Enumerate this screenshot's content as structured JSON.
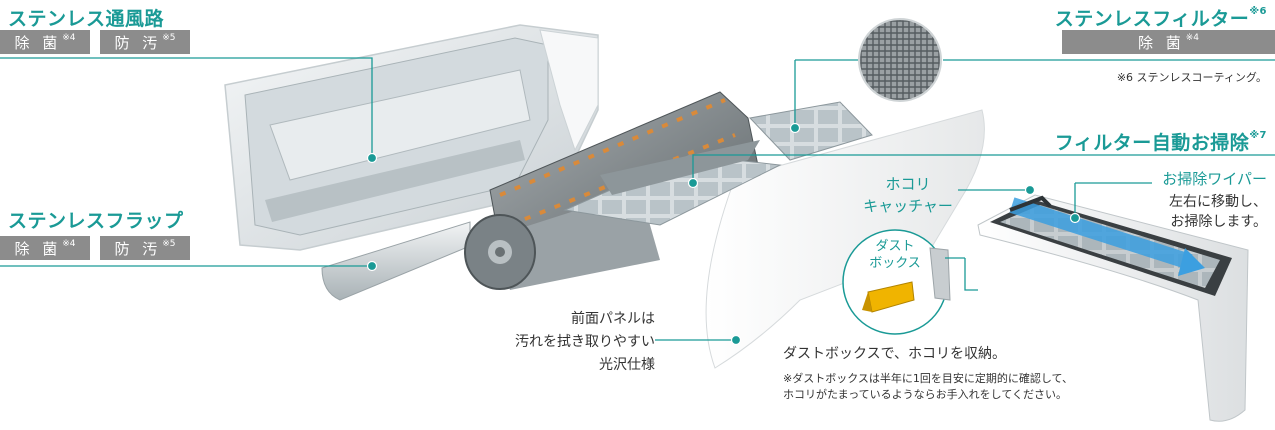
{
  "labels": {
    "stainless_airway": "ステンレス通風路",
    "stainless_flap": "ステンレスフラップ",
    "stainless_filter": "ステンレスフィルター",
    "stainless_filter_note_mark": "※6",
    "auto_clean": "フィルター自動お掃除",
    "auto_clean_note_mark": "※7",
    "dust_catcher_line1": "ホコリ",
    "dust_catcher_line2": "キャッチャー",
    "wiper_title": "お掃除ワイパー",
    "wiper_desc_line1": "左右に移動し、",
    "wiper_desc_line2": "お掃除します。",
    "dust_box_line1": "ダスト",
    "dust_box_line2": "ボックス",
    "panel_line1": "前面パネルは",
    "panel_line2": "汚れを拭き取りやすい",
    "panel_line3": "光沢仕様"
  },
  "badges": {
    "sterilize": "除 菌",
    "sterilize_mark": "※4",
    "antifouling": "防 汚",
    "antifouling_mark": "※5"
  },
  "notes": {
    "coating": "※6 ステンレスコーティング。",
    "dustbox_caption": "ダストボックスで、ホコリを収納。",
    "dustbox_note_line1": "※ダストボックスは半年に1回を目安に定期的に確認して、",
    "dustbox_note_line2": "ホコリがたまっているようならお手入れをしてください。"
  },
  "colors": {
    "accent": "#1a9a96",
    "badge_gray": "#8c8c8c",
    "dust_box_yellow": "#f0b400",
    "fan_copper": "#d98a3a"
  }
}
